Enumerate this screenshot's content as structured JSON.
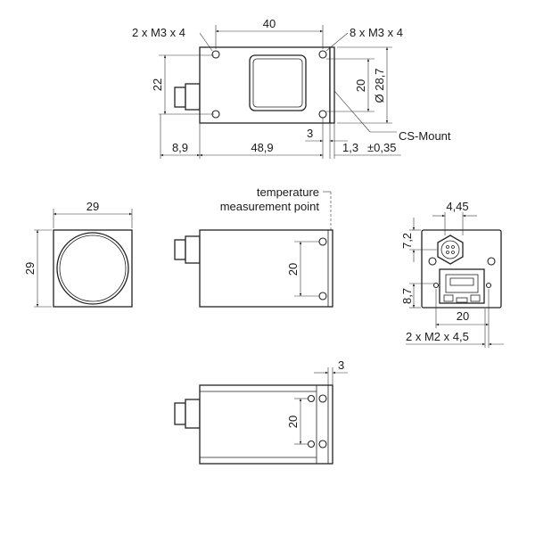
{
  "top_view": {
    "width_40": "40",
    "holes_left": "2 x M3 x 4",
    "holes_right": "8 x M3 x 4",
    "height_22": "22",
    "height_20": "20",
    "diameter": "Ø 28,7",
    "cs_mount": "CS-Mount",
    "dim_3": "3",
    "dim_8_9": "8,9",
    "dim_48_9": "48,9",
    "dim_1_3": "1,3",
    "tolerance": "±0,35"
  },
  "front_view": {
    "width": "29",
    "height": "29"
  },
  "side_view": {
    "temp_line1": "temperature",
    "temp_line2": "measurement point",
    "height_20": "20"
  },
  "rear_view": {
    "dim_4_45": "4,45",
    "dim_7_2": "7,2",
    "dim_8_7": "8,7",
    "dim_20": "20",
    "holes": "2 x M2 x 4,5"
  },
  "bottom_view": {
    "dim_3": "3",
    "height_20": "20"
  }
}
